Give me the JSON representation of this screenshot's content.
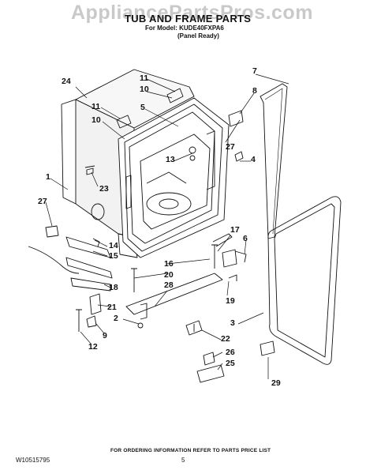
{
  "header": {
    "watermark": "AppliancePartsPros.com",
    "title": "TUB AND FRAME PARTS",
    "model_line": "For Model: KUDE40FXPA6",
    "variant": "(Panel Ready)"
  },
  "callouts": [
    {
      "id": "c24",
      "text": "24"
    },
    {
      "id": "c11a",
      "text": "11"
    },
    {
      "id": "c10a",
      "text": "10"
    },
    {
      "id": "c7",
      "text": "7"
    },
    {
      "id": "c8",
      "text": "8"
    },
    {
      "id": "c11b",
      "text": "11"
    },
    {
      "id": "c5",
      "text": "5"
    },
    {
      "id": "c10b",
      "text": "10"
    },
    {
      "id": "c27a",
      "text": "27"
    },
    {
      "id": "c13",
      "text": "13"
    },
    {
      "id": "c4",
      "text": "4"
    },
    {
      "id": "c23",
      "text": "23"
    },
    {
      "id": "c1",
      "text": "1"
    },
    {
      "id": "c27b",
      "text": "27"
    },
    {
      "id": "c17",
      "text": "17"
    },
    {
      "id": "c6",
      "text": "6"
    },
    {
      "id": "c14",
      "text": "14"
    },
    {
      "id": "c15",
      "text": "15"
    },
    {
      "id": "c16",
      "text": "16"
    },
    {
      "id": "c20",
      "text": "20"
    },
    {
      "id": "c18",
      "text": "18"
    },
    {
      "id": "c28",
      "text": "28"
    },
    {
      "id": "c19",
      "text": "19"
    },
    {
      "id": "c21",
      "text": "21"
    },
    {
      "id": "c2",
      "text": "2"
    },
    {
      "id": "c3",
      "text": "3"
    },
    {
      "id": "c9",
      "text": "9"
    },
    {
      "id": "c22",
      "text": "22"
    },
    {
      "id": "c12",
      "text": "12"
    },
    {
      "id": "c26",
      "text": "26"
    },
    {
      "id": "c25",
      "text": "25"
    },
    {
      "id": "c29",
      "text": "29"
    }
  ],
  "footer": {
    "ordering_note": "FOR ORDERING INFORMATION REFER TO PARTS PRICE LIST",
    "doc_number": "W10515795",
    "page": "5"
  }
}
